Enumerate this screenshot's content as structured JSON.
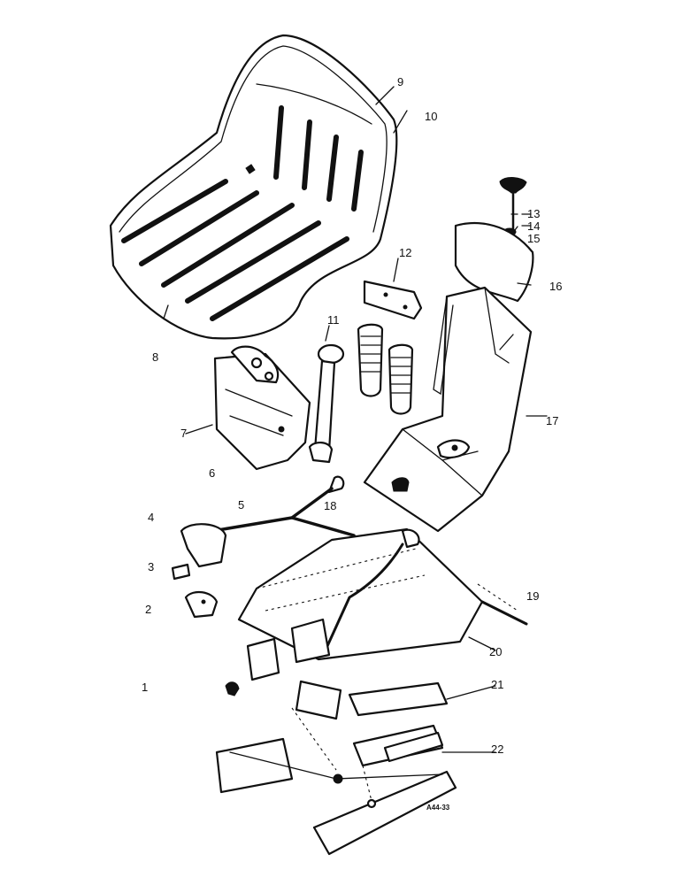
{
  "diagram": {
    "reference_code": "A44-33",
    "callouts": [
      "1",
      "2",
      "3",
      "4",
      "5",
      "6",
      "7",
      "8",
      "9",
      "10",
      "11",
      "12",
      "13",
      "14",
      "15",
      "16",
      "17",
      "18",
      "19",
      "20",
      "21",
      "22"
    ]
  }
}
